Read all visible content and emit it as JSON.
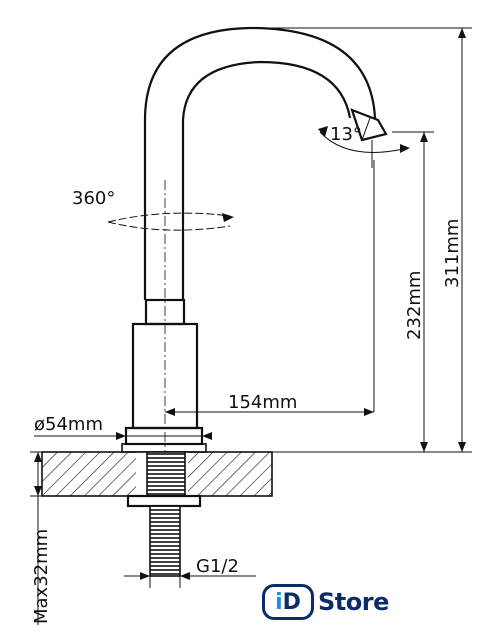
{
  "drawing": {
    "labels": {
      "rotation": "360°",
      "tilt": "13°",
      "total_height": "311mm",
      "spout_height": "232mm",
      "reach": "154mm",
      "base_diameter": "ø54mm",
      "max_thickness": "Max32mm",
      "thread": "G1/2"
    }
  },
  "logo": {
    "badge_i": "i",
    "badge_d": "D",
    "text": "Store"
  },
  "colors": {
    "line": "#111111",
    "brand_dark": "#0d2b6b",
    "brand_light": "#1f8fe0"
  }
}
